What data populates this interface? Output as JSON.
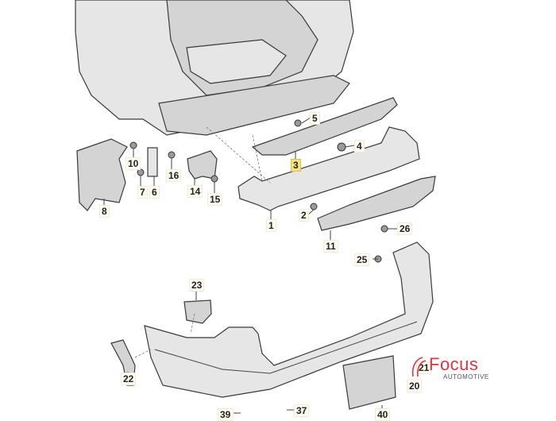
{
  "diagram": {
    "title": "Rear bumper exploded parts diagram",
    "part_labels": [
      {
        "id": "1",
        "text": "1"
      },
      {
        "id": "2",
        "text": "2"
      },
      {
        "id": "3",
        "text": "3",
        "highlighted": true
      },
      {
        "id": "4",
        "text": "4"
      },
      {
        "id": "5",
        "text": "5"
      },
      {
        "id": "6",
        "text": "6"
      },
      {
        "id": "7",
        "text": "7"
      },
      {
        "id": "8",
        "text": "8"
      },
      {
        "id": "10",
        "text": "10"
      },
      {
        "id": "11",
        "text": "11"
      },
      {
        "id": "14",
        "text": "14"
      },
      {
        "id": "15",
        "text": "15"
      },
      {
        "id": "16",
        "text": "16"
      },
      {
        "id": "20",
        "text": "20"
      },
      {
        "id": "21",
        "text": "21"
      },
      {
        "id": "22",
        "text": "22"
      },
      {
        "id": "23",
        "text": "23"
      },
      {
        "id": "25",
        "text": "25"
      },
      {
        "id": "26",
        "text": "26"
      },
      {
        "id": "37",
        "text": "37"
      },
      {
        "id": "39",
        "text": "39"
      },
      {
        "id": "40",
        "text": "40"
      }
    ],
    "highlight_color": "#f6e27a"
  },
  "logo": {
    "name": "Focus",
    "subtitle": "AUTOMOTIVE",
    "color": "#e8323f"
  }
}
